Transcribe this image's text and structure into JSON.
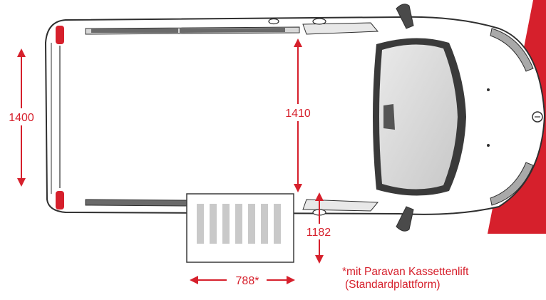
{
  "colors": {
    "accent_red": "#d6202c",
    "outline": "#2f2f2f",
    "body_white": "#ffffff",
    "glass": "#dcdcdc",
    "ramp_stripe": "#c9c9c9"
  },
  "dimensions": {
    "cargo_length_label": "1400",
    "cargo_width_label": "1410",
    "door_width_label": "1182",
    "platform_width_label": "788*"
  },
  "footnote": {
    "line1": "*mit Paravan Kassettenlift",
    "line2": "(Standardplattform)"
  },
  "icons": [
    "dimension-arrow-icon",
    "brand-logo-icon"
  ]
}
